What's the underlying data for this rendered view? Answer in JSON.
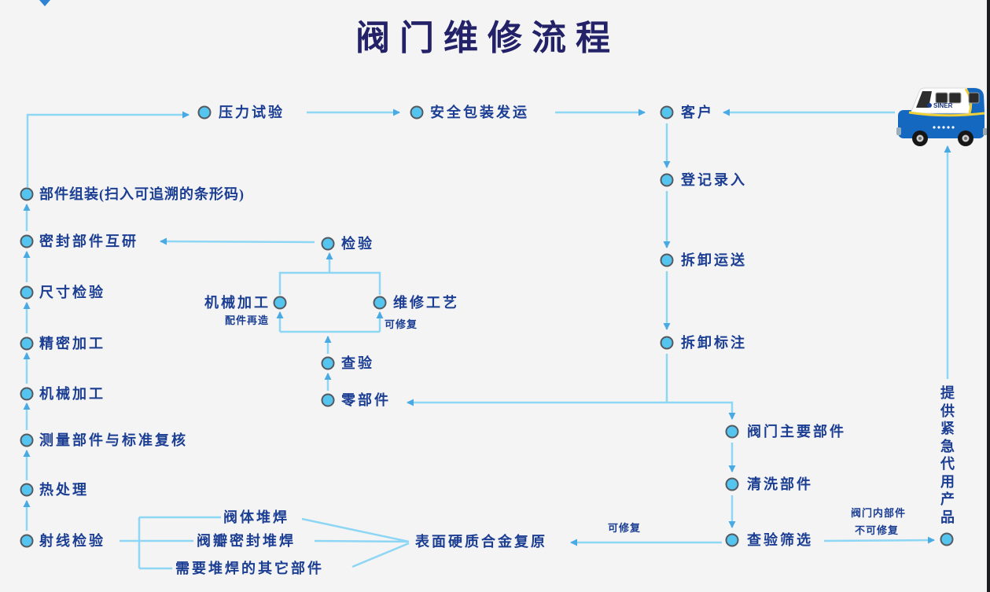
{
  "title": "阀门维修流程",
  "truck": {
    "brand": "SINER"
  },
  "nodes": {
    "pressure_test": "压力试验",
    "packing_shipping": "安全包装发运",
    "customer": "客户",
    "registration": "登记录入",
    "disassembly_transport": "拆卸运送",
    "disassembly_marking": "拆卸标注",
    "valve_main_parts": "阀门主要部件",
    "cleaning_parts": "清洗部件",
    "inspection_screening": "查验筛选",
    "inspection": "检验",
    "machining_mid": "机械加工",
    "repair_process": "维修工艺",
    "check": "查验",
    "parts": "零部件",
    "assembly": "部件组装(扫入可追溯的条形码)",
    "seal_lapping": "密封部件互研",
    "dimension_inspection": "尺寸检验",
    "precision_machining": "精密加工",
    "machining_left": "机械加工",
    "measure_review": "测量部件与标准复核",
    "heat_treatment": "热处理",
    "radiographic_inspection": "射线检验"
  },
  "branch_labels": {
    "valve_body_welding": "阀体堆焊",
    "disc_seal_welding": "阀瓣密封堆焊",
    "other_parts_welding": "需要堆焊的其它部件",
    "surface_restoration": "表面硬质合金复原"
  },
  "edge_labels": {
    "parts_remanufacture": "配件再造",
    "repairable_mid": "可修复",
    "repairable_bottom": "可修复",
    "not_repairable_line1": "阀门内部件",
    "not_repairable_line2": "不可修复",
    "emergency_products": "提供紧急代用产品"
  },
  "colors": {
    "background": "#f4f4f5",
    "line": "#8dd6f4",
    "arrowhead": "#49a9e2",
    "node_fill": "#55c5ef",
    "node_border": "#555a60",
    "label_text": "#1b3e93",
    "title_text": "#232168",
    "truck_blue": "#1468c0",
    "truck_stripe": "#f0d03a"
  }
}
